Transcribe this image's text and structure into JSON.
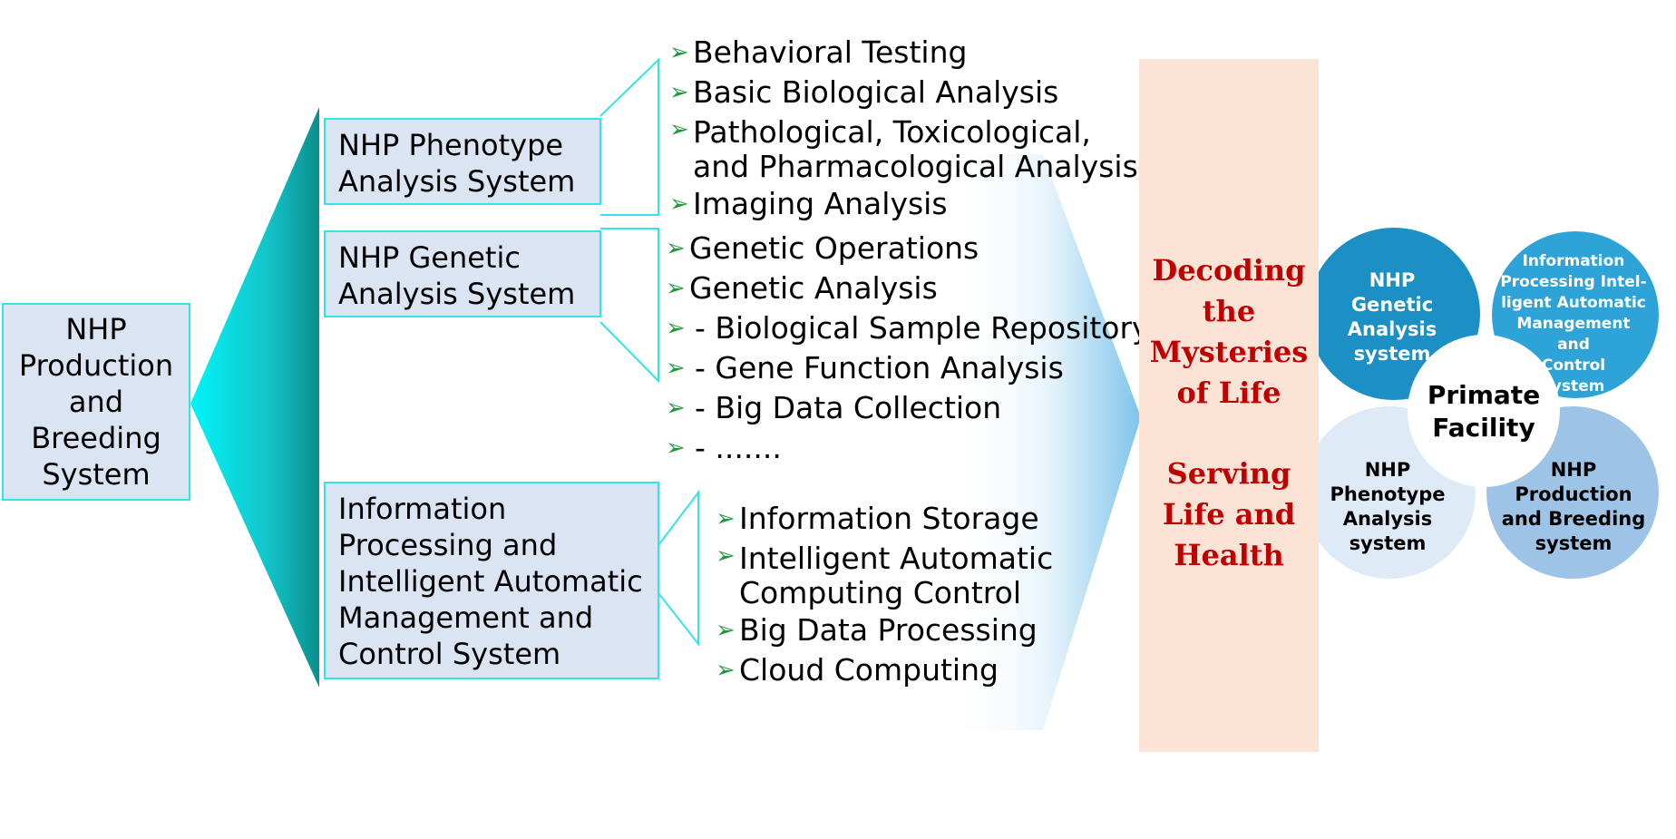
{
  "root": {
    "lines": [
      "NHP",
      "Production",
      "and",
      "Breeding",
      "System"
    ]
  },
  "systems": [
    {
      "lines": [
        "NHP Phenotype",
        "Analysis System"
      ]
    },
    {
      "lines": [
        "NHP Genetic",
        "Analysis System"
      ]
    },
    {
      "lines": [
        "Information",
        "Processing and",
        "Intelligent Automatic",
        "Management and",
        "Control System"
      ]
    }
  ],
  "phenotype_items": [
    {
      "lines": [
        "Behavioral Testing"
      ]
    },
    {
      "lines": [
        "Basic Biological Analysis"
      ]
    },
    {
      "lines": [
        "Pathological, Toxicological,",
        "and Pharmacological Analysis"
      ]
    },
    {
      "lines": [
        "Imaging Analysis"
      ]
    }
  ],
  "genetic_items": [
    {
      "lines": [
        "Genetic Operations"
      ]
    },
    {
      "lines": [
        "Genetic Analysis"
      ]
    },
    {
      "lines": [
        " - Biological Sample Repository"
      ]
    },
    {
      "lines": [
        " - Gene Function Analysis"
      ]
    },
    {
      "lines": [
        " - Big Data Collection"
      ]
    },
    {
      "lines": [
        " - ......."
      ]
    }
  ],
  "info_items": [
    {
      "lines": [
        "Information Storage"
      ]
    },
    {
      "lines": [
        "Intelligent Automatic",
        "Computing Control"
      ]
    },
    {
      "lines": [
        "Big Data Processing"
      ]
    },
    {
      "lines": [
        "Cloud Computing"
      ]
    }
  ],
  "arrow_glyph": "➢",
  "motto": {
    "decoding": [
      "Decoding",
      "the",
      "Mysteries",
      "of Life"
    ],
    "serving": [
      "Serving",
      "Life and",
      "Health"
    ]
  },
  "circles": {
    "center": [
      "Primate",
      "Facility"
    ],
    "genetic": [
      "NHP",
      "Genetic",
      "Analysis",
      "system"
    ],
    "info": [
      "Information",
      "Processing Intel-",
      "ligent Automatic",
      "Management",
      "and",
      "Control",
      "system"
    ],
    "phenotype": [
      "NHP",
      "Phenotype",
      "Analysis",
      "system"
    ],
    "production": [
      "NHP",
      "Production",
      "and Breeding",
      "system"
    ]
  },
  "colors": {
    "box_fill": "#dbe4f2",
    "box_border": "#34e2ea",
    "teal": "#00cfd6",
    "arrow_green": "#1e9a3a",
    "motto_red": "#c00000",
    "motto_fill": "#fbe3d6",
    "circle_genetic": "#1c8fc4",
    "circle_info": "#2ea3d8",
    "circle_phenotype": "#deebf7",
    "circle_production": "#9dc3e6"
  }
}
